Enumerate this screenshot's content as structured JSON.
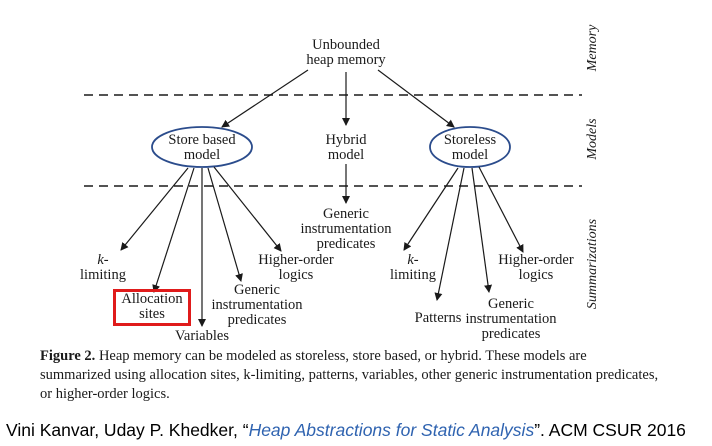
{
  "diagram": {
    "memory_label": "Memory",
    "models_label": "Models",
    "summarizations_label": "Summarizations",
    "root": [
      "Unbounded",
      "heap memory"
    ],
    "store_based": [
      "Store based",
      "model"
    ],
    "hybrid": [
      "Hybrid",
      "model"
    ],
    "storeless": [
      "Storeless",
      "model"
    ],
    "hybrid_child": [
      "Generic",
      "instrumentation",
      "predicates"
    ],
    "sb_k_limiting": [
      "k-",
      "limiting"
    ],
    "sb_allocation_sites": [
      "Allocation",
      "sites"
    ],
    "sb_variables": "Variables",
    "sb_generic": [
      "Generic",
      "instrumentation",
      "predicates"
    ],
    "sb_higher_order": [
      "Higher-order",
      "logics"
    ],
    "sl_k_limiting": [
      "k-",
      "limiting"
    ],
    "sl_patterns": "Patterns",
    "sl_generic": [
      "Generic",
      "instrumentation",
      "predicates"
    ],
    "sl_higher_order": [
      "Higher-order",
      "logics"
    ],
    "highlight_color": "#e01b1b",
    "ellipse_color": "#2b4c8c"
  },
  "caption": {
    "label": "Figure 2.",
    "text": "Heap memory can be modeled as storeless, store based, or hybrid. These models are summarized using allocation sites, k-limiting, patterns, variables, other generic instrumentation predicates, or higher-order logics."
  },
  "citation": {
    "authors": "Vini Kanvar, Uday P. Khedker, “",
    "title": "Heap Abstractions for Static Analysis",
    "venue": "”. ACM CSUR 2016"
  }
}
